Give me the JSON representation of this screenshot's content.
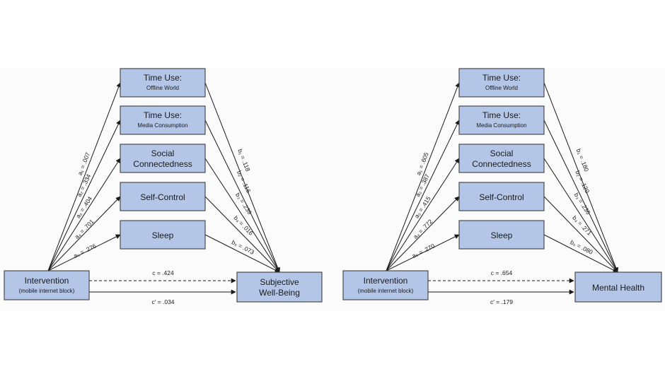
{
  "panels": [
    {
      "id": "left",
      "mediators": [
        {
          "title": "Time Use:",
          "subtitle": "Offline World"
        },
        {
          "title": "Time Use:",
          "subtitle": "Media Consumption"
        },
        {
          "title": "Social",
          "subtitle": "Connectedness"
        },
        {
          "title": "Self-Control",
          "subtitle": ""
        },
        {
          "title": "Sleep",
          "subtitle": ""
        }
      ],
      "source": {
        "title": "Intervention",
        "subtitle": "(mobile internet block)"
      },
      "outcome": {
        "line1": "Subjective",
        "line2": "Well-Being"
      },
      "a_paths": [
        "a₁ = .007",
        "a₂ = .334",
        "a₃ = .404",
        "a₄ = .701",
        "a₅ = .276"
      ],
      "b_paths": [
        "b₁ = .118",
        "b₂ = .116",
        "b₃ = .239",
        "b₄ = .016",
        "b₅ = .073"
      ],
      "c_path": "c = .424",
      "c_prime_path": "c′ = .034"
    },
    {
      "id": "right",
      "mediators": [
        {
          "title": "Time Use:",
          "subtitle": "Offline World"
        },
        {
          "title": "Time Use:",
          "subtitle": "Media Consumption"
        },
        {
          "title": "Social",
          "subtitle": "Connectedness"
        },
        {
          "title": "Self-Control",
          "subtitle": ""
        },
        {
          "title": "Sleep",
          "subtitle": ""
        }
      ],
      "source": {
        "title": "Intervention",
        "subtitle": "(mobile internet block)"
      },
      "outcome": {
        "line1": "Mental Health",
        "line2": ""
      },
      "a_paths": [
        "a₁ = .605",
        "a₂ = .387",
        "a₃ = .415",
        "a₄ = .772",
        "a₅ = .270"
      ],
      "b_paths": [
        "b₁ = .180",
        "b₂ = .120",
        "b₃ = .236",
        "b₄ = .271",
        "b₅ = .080"
      ],
      "c_path": "c = .654",
      "c_prime_path": "c′ = .179"
    }
  ],
  "colors": {
    "box_fill": "#b4c6e7",
    "box_stroke": "#3e3e3e",
    "line": "#1a1a1a"
  }
}
